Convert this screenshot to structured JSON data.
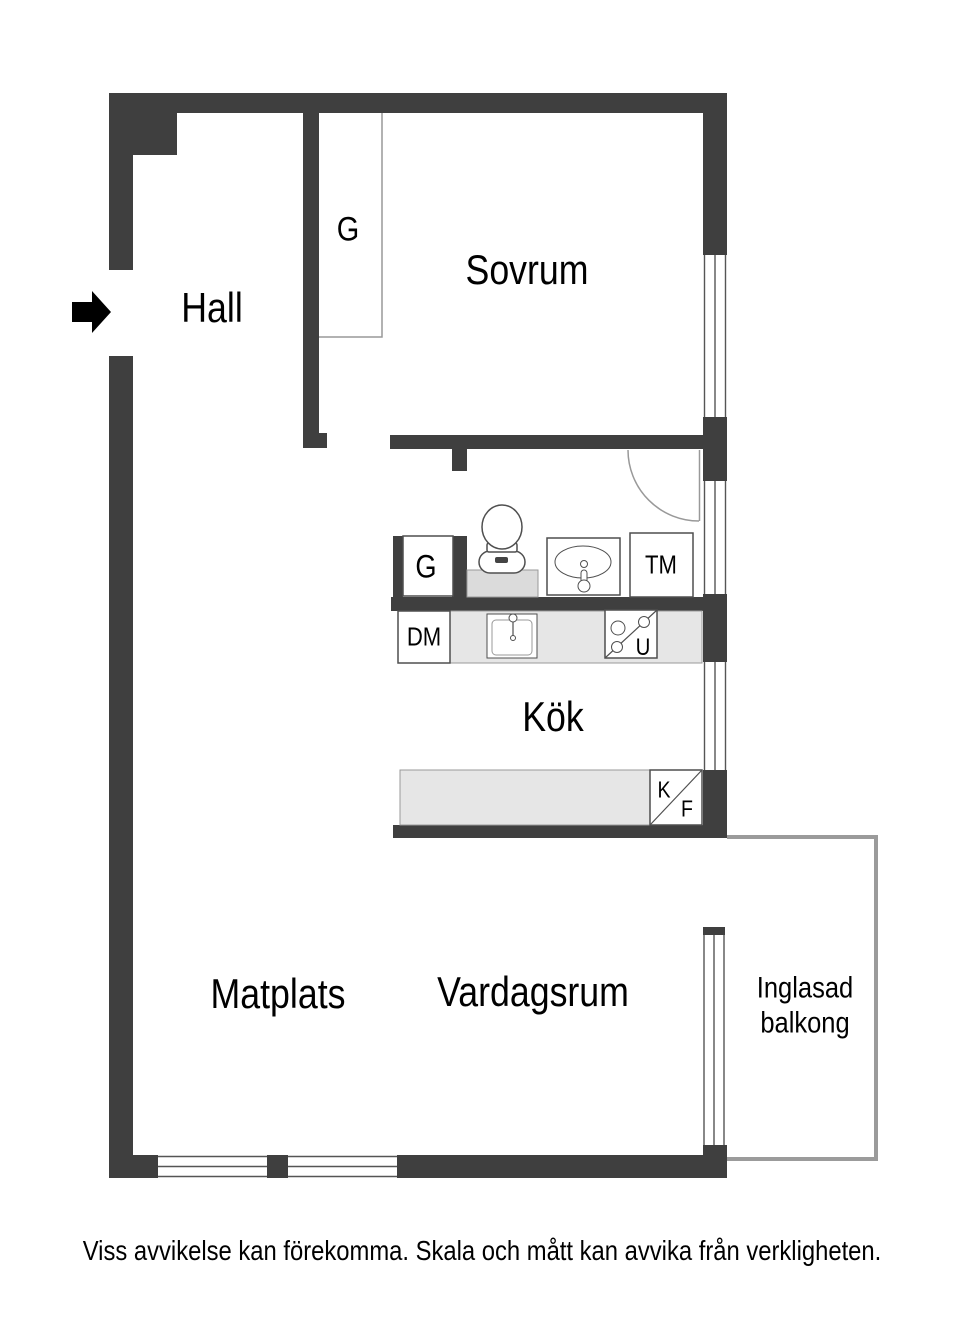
{
  "rooms": {
    "hall": "Hall",
    "sovrum": "Sovrum",
    "kok": "Kök",
    "matplats": "Matplats",
    "vardagsrum": "Vardagsrum",
    "balkong": "Inglasad balkong"
  },
  "fixtures": {
    "closet_hall": "G",
    "closet_bath": "G",
    "washing_machine": "TM",
    "dishwasher": "DM",
    "oven": "U",
    "fridge": "K",
    "freezer": "F"
  },
  "footer": {
    "disclaimer": "Viss avvikelse kan förekomma. Skala och mått kan avvika från verkligheten."
  },
  "icons": {
    "entrance_arrow": "black-right-arrow"
  },
  "colors": {
    "wall": "#3f3f3f",
    "counter": "#e6e6e6",
    "platform": "#dbdbdb",
    "outline": "#4f4f4f",
    "window_line": "#555555",
    "light_line": "#999999",
    "balcony_outline": "#9b9b9b",
    "arrow": "#000000",
    "text": "#000000"
  }
}
